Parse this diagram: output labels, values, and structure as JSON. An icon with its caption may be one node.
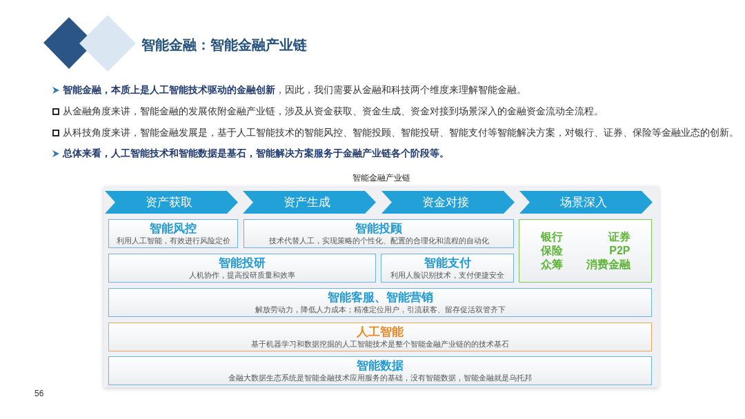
{
  "diagram": {
    "title": "智能金融：智能金融产业链",
    "nodes": [
      {
        "text": [
          "智能金融产业链"
        ]
      },
      {
        "text": [
          "资产获取"
        ],
        "in": 0
      },
      {
        "text": [
          "资产生成"
        ],
        "in": 0
      },
      {
        "text": [
          "资金对接"
        ],
        "in": 0
      },
      {
        "text": [
          "场景深入"
        ],
        "in": 0
      },
      {
        "text": [
          "智能风控",
          "利用人工智能，有效进行风险定价"
        ],
        "in": 0
      },
      {
        "text": [
          "智能投顾",
          "技术代替人工，实现策略的个性化、配置的合理化和流程的自动化"
        ],
        "in": 0
      },
      {
        "text": [
          "银行",
          "证券",
          "保险",
          "P2P",
          "众筹",
          "消费金融"
        ],
        "in": 0
      },
      {
        "text": [
          "智能投研",
          "人机协作，提高投研质量和效率"
        ],
        "in": 0
      },
      {
        "text": [
          "智能支付",
          "利用人脸识别技术，支付便捷安全"
        ],
        "in": 0
      },
      {
        "text": [
          "智能客服、智能营销",
          "解放劳动力，降低人力成本；精准定位用户，引流获客、留存促活双管齐下"
        ],
        "in": 0
      },
      {
        "text": [
          "人工智能",
          "基于机器学习和数据挖掘的人工智能技术是整个智能金融产业链的的技术基石"
        ],
        "in": 0
      },
      {
        "text": [
          "智能数据",
          "金融大数据生态系统是智能金融技术应用服务的基础，没有智能数据，智能金融就是乌托邦"
        ],
        "in": 0
      }
    ],
    "labels": [
      "**智能金融，本质上是人工智能技术驱动的金融创新**，因此，我们需要从金融和科技两个维度来理解智能金融。",
      "从金融角度来讲，智能金融的发展依附金融产业链，涉及从资金获取、资金生成、资金对接到场景深入的金融资金流动全流程。",
      "从科技角度来讲，智能金融发展是，基于人工智能技术的智能风控、智能投顾、智能投研、智能支付等智能解决方案，对银行、证券、保险等金融业态的创新。",
      "总体来看，人工智能技术和智能数据是基石，智能解决方案服务于金融产业链各个阶段等。",
      "56"
    ]
  }
}
